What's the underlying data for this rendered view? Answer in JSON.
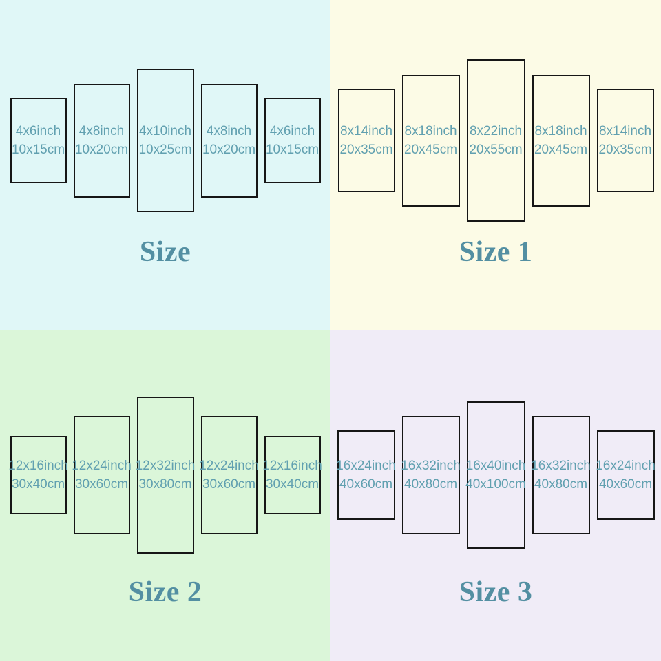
{
  "colors": {
    "quadrant_backgrounds": [
      "#e0f7f7",
      "#fcfbe6",
      "#dbf6d9",
      "#f0ecf7"
    ],
    "label_text": "#61a0b0",
    "title_text": "#538fa2",
    "panel_border": "#161616"
  },
  "quadrants": [
    {
      "title": "Size",
      "panels": [
        {
          "inch": "4x6inch",
          "cm": "10x15cm"
        },
        {
          "inch": "4x8inch",
          "cm": "10x20cm"
        },
        {
          "inch": "4x10inch",
          "cm": "10x25cm"
        },
        {
          "inch": "4x8inch",
          "cm": "10x20cm"
        },
        {
          "inch": "4x6inch",
          "cm": "10x15cm"
        }
      ]
    },
    {
      "title": "Size 1",
      "panels": [
        {
          "inch": "8x14inch",
          "cm": "20x35cm"
        },
        {
          "inch": "8x18inch",
          "cm": "20x45cm"
        },
        {
          "inch": "8x22inch",
          "cm": "20x55cm"
        },
        {
          "inch": "8x18inch",
          "cm": "20x45cm"
        },
        {
          "inch": "8x14inch",
          "cm": "20x35cm"
        }
      ]
    },
    {
      "title": "Size 2",
      "panels": [
        {
          "inch": "12x16inch",
          "cm": "30x40cm"
        },
        {
          "inch": "12x24inch",
          "cm": "30x60cm"
        },
        {
          "inch": "12x32inch",
          "cm": "30x80cm"
        },
        {
          "inch": "12x24inch",
          "cm": "30x60cm"
        },
        {
          "inch": "12x16inch",
          "cm": "30x40cm"
        }
      ]
    },
    {
      "title": "Size 3",
      "panels": [
        {
          "inch": "16x24inch",
          "cm": "40x60cm"
        },
        {
          "inch": "16x32inch",
          "cm": "40x80cm"
        },
        {
          "inch": "16x40inch",
          "cm": "40x100cm"
        },
        {
          "inch": "16x32inch",
          "cm": "40x80cm"
        },
        {
          "inch": "16x24inch",
          "cm": "40x60cm"
        }
      ]
    }
  ]
}
